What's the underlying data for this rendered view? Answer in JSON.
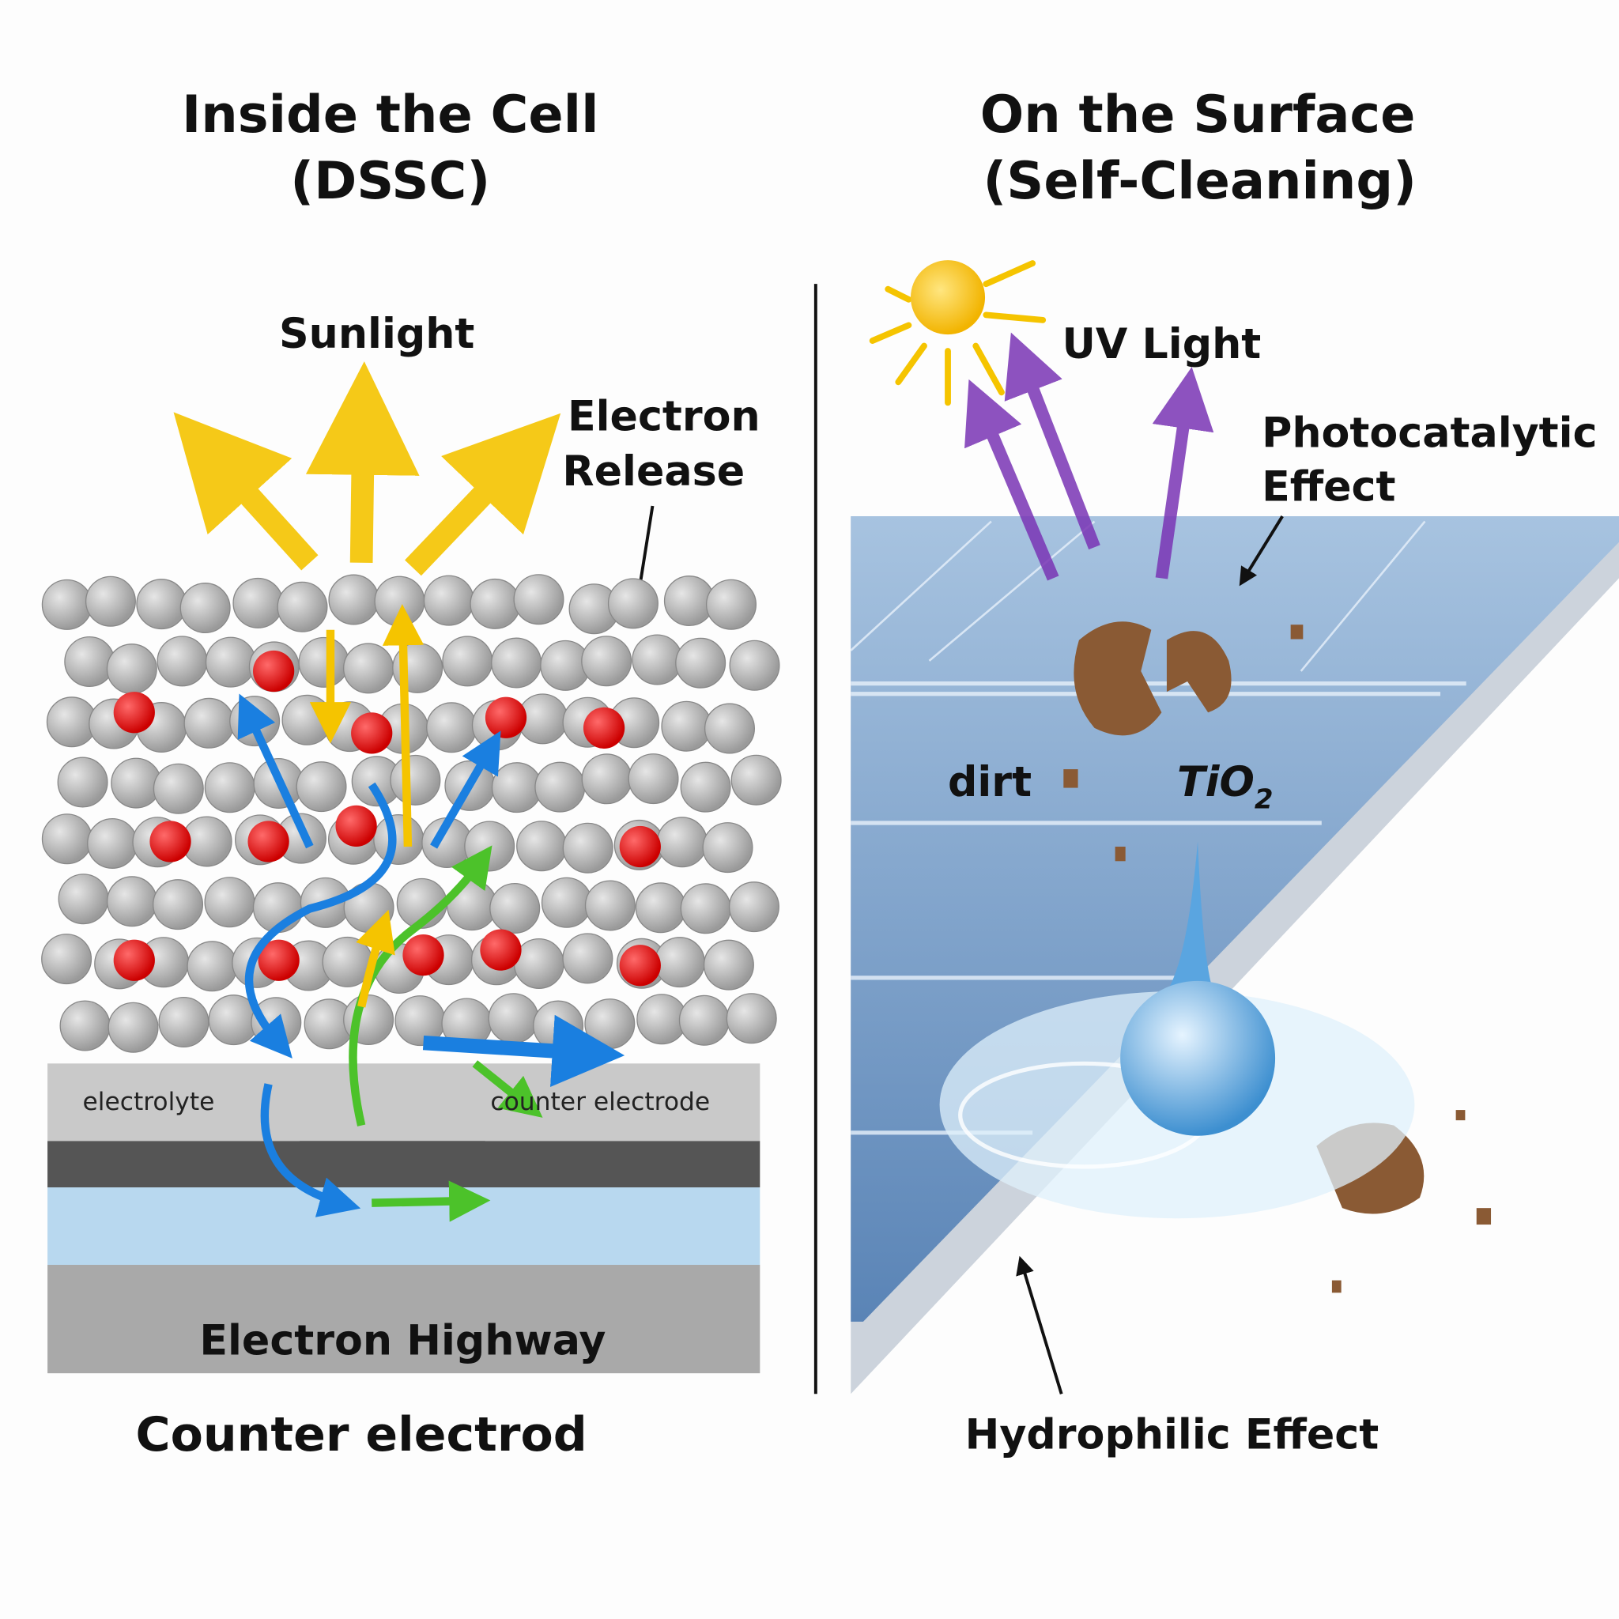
{
  "left_panel": {
    "title_line1": "Inside the Cell",
    "title_line2": "(DSSC)",
    "sunlight": "Sunlight",
    "electron_release_line1": "Electron",
    "electron_release_line2": "Release",
    "electrolyte": "electrolyte",
    "counter_electrode_small": "counter electrode",
    "electron_highway": "Electron Highway",
    "counter_electrode_caption": "Counter electrod"
  },
  "right_panel": {
    "title_line1": "On the Surface",
    "title_line2": "(Self-Cleaning)",
    "uv_light": "UV Light",
    "photocatalytic_line1": "Photocatalytic",
    "photocatalytic_line2": "Effect",
    "dirt": "dirt",
    "tio2_main": "TiO",
    "tio2_sub": "2",
    "hydrophilic": "Hydrophilic Effect"
  },
  "colors": {
    "sun": "#f5c400",
    "uv": "#7a35b5",
    "electron_blue": "#1a7fe0",
    "electron_green": "#4cc22a",
    "oxygen": "#e01818",
    "titanium": "#b8b8b8",
    "panel": "#7ea2cc"
  }
}
